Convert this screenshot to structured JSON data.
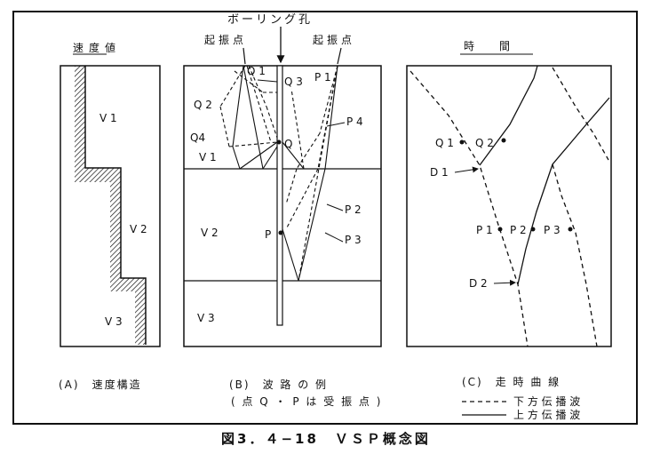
{
  "borehole_title": "ボーリング孔",
  "shot_point_left": "起振点",
  "shot_point_right": "起振点",
  "panel_a": {
    "header": "速度値",
    "layers": [
      "V 1",
      "V 2",
      "V 3"
    ],
    "caption": "(A)　速度構造"
  },
  "panel_b": {
    "layers": [
      "V 1",
      "V 2",
      "V 3"
    ],
    "ray_labels": [
      "Q 1",
      "Q 2",
      "Q 3",
      "Q4",
      "P 1",
      "P 4",
      "P 2",
      "P 3"
    ],
    "receiver_q": "Q",
    "receiver_p": "P",
    "caption": "(B)　波 路 の 例",
    "note": "( 点 Q ・ P は 受 振 点 )"
  },
  "panel_c": {
    "header": "時　間",
    "labels": [
      "Q 1",
      "Q 2",
      "D 1",
      "P 1",
      "P 2",
      "P 3",
      "D 2"
    ],
    "caption": "(C)　走 時 曲 線"
  },
  "legend": {
    "down": "下 方 伝 播 波",
    "up": "上 方 伝 播 波"
  },
  "figure_title": "図3．４−18　ＶＳＰ概念図"
}
